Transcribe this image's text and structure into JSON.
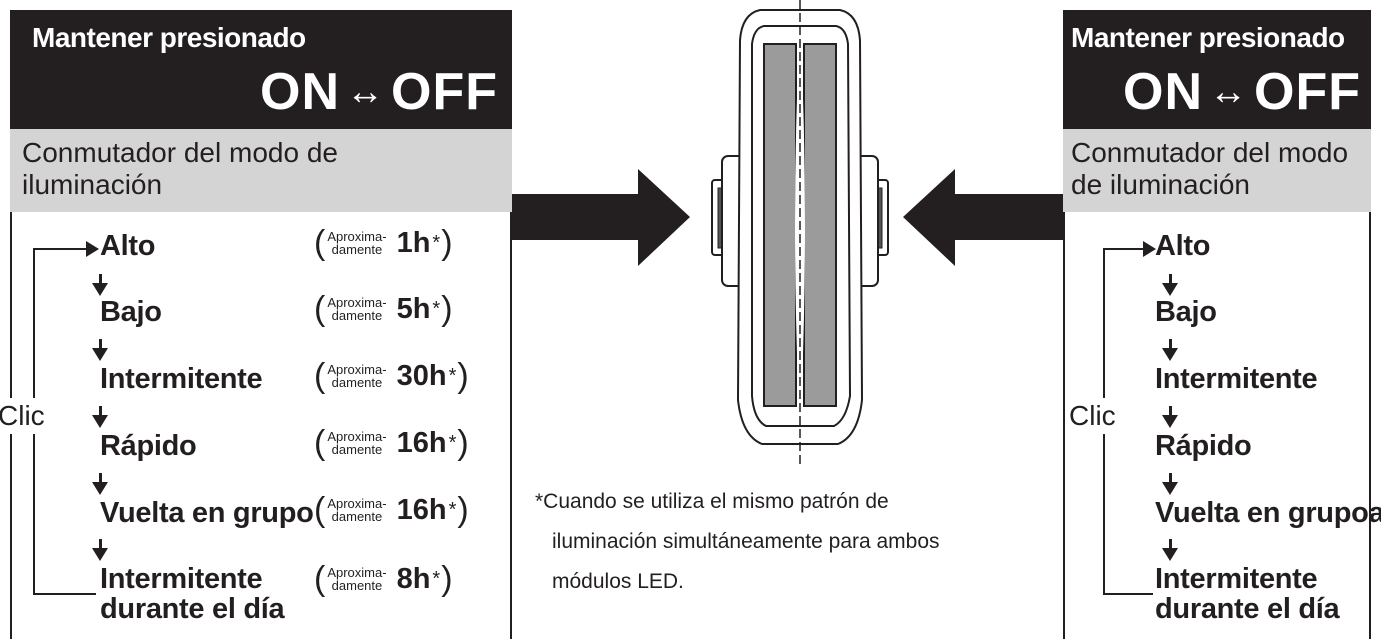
{
  "left_panel": {
    "hold_title": "Mantener presionado",
    "on_label": "ON",
    "arrow_glyph": "↔",
    "off_label": "OFF",
    "mode_title_line1": "Conmutador del modo de",
    "mode_title_line2": "iluminación",
    "loop_label": "Clic",
    "modes": [
      {
        "name": "Alto",
        "approx_line1": "Aproxima-",
        "approx_line2": "damente",
        "hours": "1h",
        "star": "*"
      },
      {
        "name": "Bajo",
        "approx_line1": "Aproxima-",
        "approx_line2": "damente",
        "hours": "5h",
        "star": "*"
      },
      {
        "name": "Intermitente",
        "approx_line1": "Aproxima-",
        "approx_line2": "damente",
        "hours": "30h",
        "star": "*"
      },
      {
        "name": "Rápido",
        "approx_line1": "Aproxima-",
        "approx_line2": "damente",
        "hours": "16h",
        "star": "*"
      },
      {
        "name": "Vuelta en grupo",
        "approx_line1": "Aproxima-",
        "approx_line2": "damente",
        "hours": "16h",
        "star": "*"
      },
      {
        "name": "Intermitente",
        "name_line2": "durante el día",
        "approx_line1": "Aproxima-",
        "approx_line2": "damente",
        "hours": "8h",
        "star": "*"
      }
    ],
    "paren_open": "(",
    "paren_close": ")"
  },
  "right_panel": {
    "hold_title": "Mantener presionado",
    "on_label": "ON",
    "arrow_glyph": "↔",
    "off_label": "OFF",
    "mode_title_line1": "Conmutador del modo",
    "mode_title_line2": "de iluminación",
    "loop_label": "Clic",
    "modes": [
      "Alto",
      "Bajo",
      "Intermitente",
      "Rápido",
      "Vuelta en grupoa",
      "Intermitente"
    ],
    "last_mode_line2": "durante el día"
  },
  "footnote": {
    "line1": "*Cuando se utiliza el mismo patrón de",
    "line2": "iluminación simultáneamente para ambos",
    "line3": "módulos LED."
  },
  "colors": {
    "ink": "#231f20",
    "header_bg": "#231f20",
    "mode_bg": "#d4d4d4",
    "lens_gray": "#9b9b9b"
  }
}
